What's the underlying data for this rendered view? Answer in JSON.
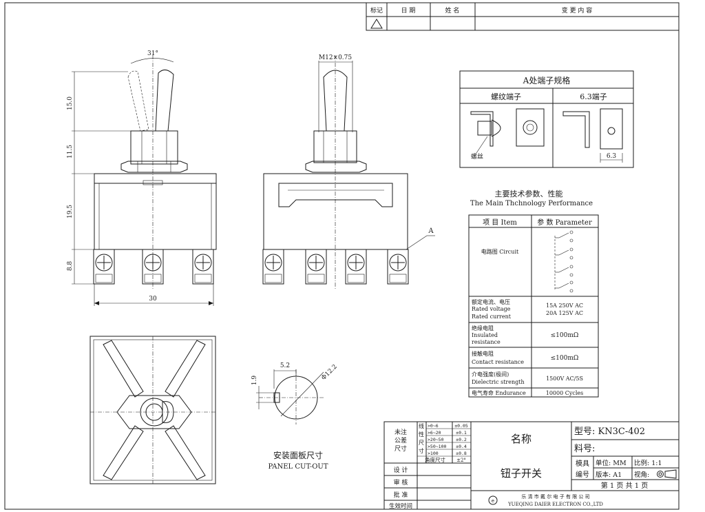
{
  "revision_header": {
    "mark": "标记",
    "date": "日 期",
    "name": "姓 名",
    "content": "变 更 内 容"
  },
  "dims": {
    "angle": "31°",
    "thread": "M12×0.75",
    "h1": "15.0",
    "h2": "11.5",
    "h3": "19.5",
    "h4": "8.8",
    "width": "30",
    "cut_w": "5.2",
    "cut_d": "Φ12.2",
    "cut_h": "1.9",
    "label_a": "A"
  },
  "terminal_box": {
    "title": "A处端子规格",
    "left": "螺纹端子",
    "right": "6.3端子",
    "screw": "螺丝",
    "dim": "6.3"
  },
  "panel_cutout": {
    "cn": "安装面板尺寸",
    "en": "PANEL CUT-OUT"
  },
  "specs": {
    "title_cn": "主要技术参数、性能",
    "title_en": "The Main Thchnology Performance",
    "col_item": "项 目  Item",
    "col_param": "参 数  Parameter",
    "rows": [
      {
        "item": [
          "电路图 Circuit"
        ],
        "value": []
      },
      {
        "item": [
          "额定电流、电压",
          "Rated voltage",
          "Rated current"
        ],
        "value": [
          "15A 250V AC",
          "20A 125V AC"
        ]
      },
      {
        "item": [
          "绝缘电阻",
          "Insulated",
          "resistance"
        ],
        "value": [
          "≤100mΩ"
        ]
      },
      {
        "item": [
          "接触电阻",
          "Contact resistance"
        ],
        "value": [
          "≤100mΩ"
        ]
      },
      {
        "item": [
          "介电强度(极间)",
          "Dielectric strength"
        ],
        "value": [
          "1500V AC/5S"
        ]
      },
      {
        "item": [
          "电气寿命 Endurance"
        ],
        "value": [
          "10000  Cycles"
        ]
      }
    ]
  },
  "title_block": {
    "tol_label": [
      "未注",
      "公差",
      "尺寸"
    ],
    "line_size": [
      "线",
      "性",
      "尺",
      "寸"
    ],
    "tol_rows": [
      {
        "range": ">0~6",
        "tol": "±0.05"
      },
      {
        "range": ">6~20",
        "tol": "±0.1"
      },
      {
        "range": ">20~50",
        "tol": "±0.2"
      },
      {
        "range": ">50~100",
        "tol": "±0.4"
      },
      {
        "range": ">100",
        "tol": "±0.8"
      }
    ],
    "angle_label": "角度尺寸",
    "angle_tol": "±2°",
    "design": "设  计",
    "check": "审  核",
    "approve": "批  准",
    "effective": "生效时间",
    "name_label": "名称",
    "product_name": "钮子开关",
    "model": "型号: KN3C-402",
    "material": "料号:",
    "mold": "模具",
    "number": "编号",
    "unit": "单位: MM",
    "scale": "比例: 1:1",
    "version": "版本: A1",
    "view": "视角:",
    "page": "第 1 页   共 1 页",
    "company_cn": "乐 清 市 戴 尔 电 子 有 限 公 司",
    "company_en": "YUEQING DAIER ELECTRON CO.,LTD"
  }
}
